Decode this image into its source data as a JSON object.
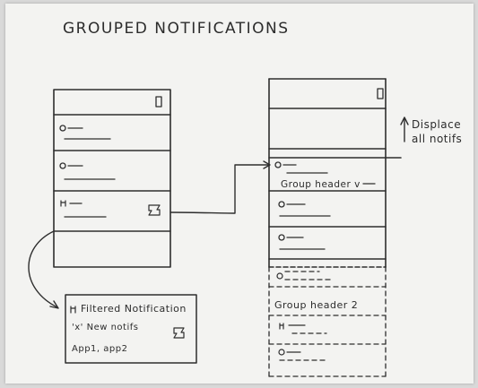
{
  "diagram": {
    "title": "GROUPED NOTIFICATIONS",
    "annotation_displace": "Displace all notifs",
    "group_header_1": "Group header v",
    "group_header_2": "Group header 2",
    "filtered_notification": {
      "title": "Filtered Notification",
      "line1": "'x' New notifs",
      "line2": "App1, app2"
    }
  }
}
